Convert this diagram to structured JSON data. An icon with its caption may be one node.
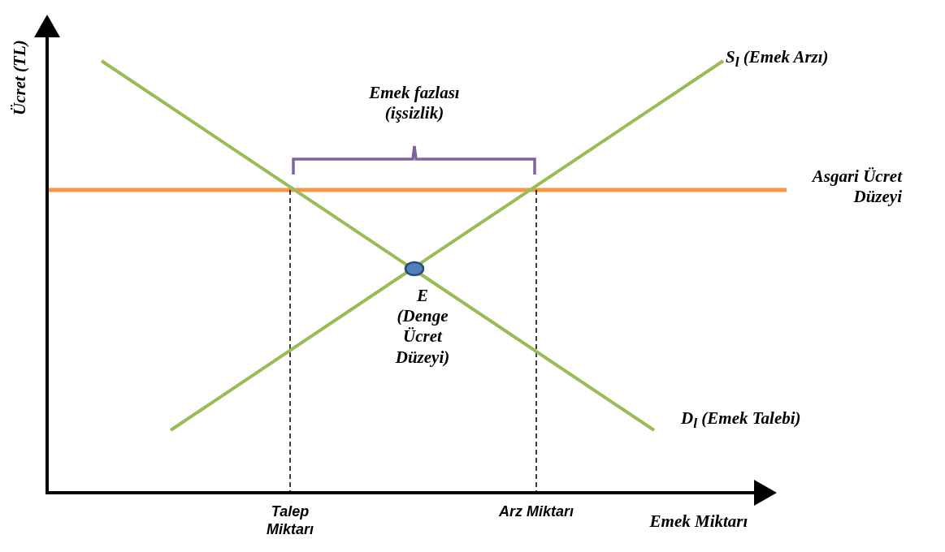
{
  "diagram": {
    "labels": [
      "Ücret (TL)",
      "Emek Miktarı",
      "S$_{l}$ (Emek Arzı)",
      "D$_{l}$ (Emek Talebi)",
      "Asgari Ücret Düzeyi",
      "Emek fazlası (işsizlik)",
      "E (Denge Ücret Düzeyi)",
      "Talep Miktarı",
      "Arz Miktarı"
    ]
  }
}
